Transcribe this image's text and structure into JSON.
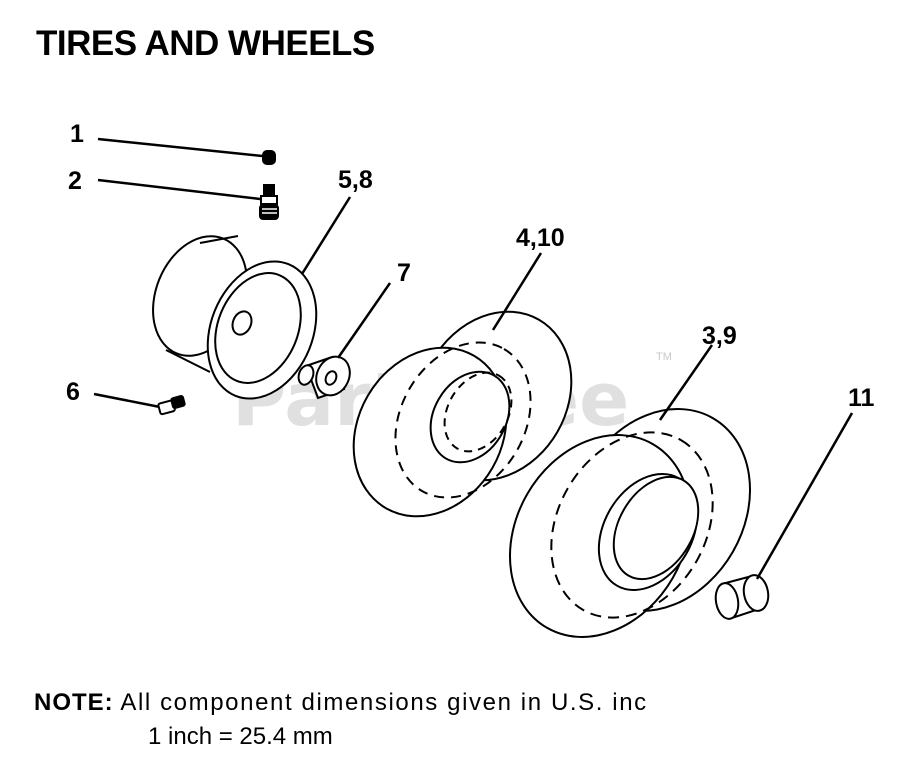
{
  "title": "TIRES AND WHEELS",
  "callouts": {
    "c1": "1",
    "c2": "2",
    "c58": "5,8",
    "c7": "7",
    "c410": "4,10",
    "c39": "3,9",
    "c6": "6",
    "c11": "11"
  },
  "watermark": {
    "text": "PartsTree",
    "tm": "TM"
  },
  "note": {
    "label": "NOTE:",
    "text": "All component dimensions given in U.S. inc",
    "line2": "1 inch = 25.4 mm"
  }
}
